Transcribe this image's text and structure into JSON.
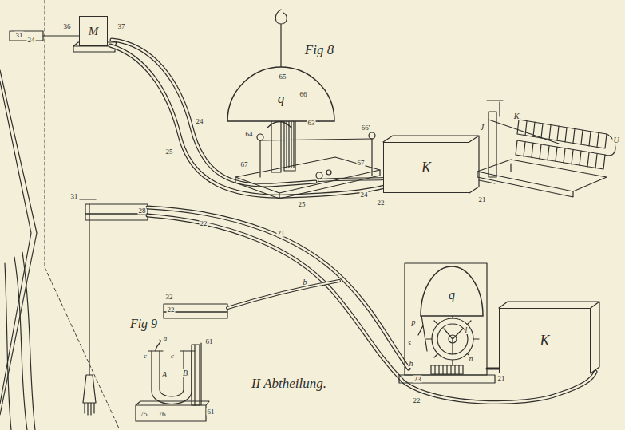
{
  "diagram": {
    "nodes": [
      {
        "text": [
          "M"
        ]
      },
      {
        "text": [
          "q"
        ]
      },
      {
        "text": [
          "K"
        ]
      },
      {
        "text": [
          "q"
        ]
      },
      {
        "text": [
          "K"
        ]
      }
    ],
    "labels": [
      "Fig 8",
      "31",
      "24",
      "36",
      "37",
      "24",
      "25",
      "64",
      "65",
      "66",
      "66'",
      "63",
      "67",
      "67",
      "25",
      "24",
      "22",
      "J",
      "K",
      "U",
      "21",
      "31",
      "28",
      "22",
      "21",
      "32",
      "22",
      "b",
      "l",
      "n",
      "p",
      "s",
      "h",
      "23",
      "21",
      "22",
      "Fig 9",
      "a",
      "c",
      "c",
      "A",
      "B",
      "61",
      "61",
      "75",
      "76",
      "II Abtheilung."
    ]
  }
}
